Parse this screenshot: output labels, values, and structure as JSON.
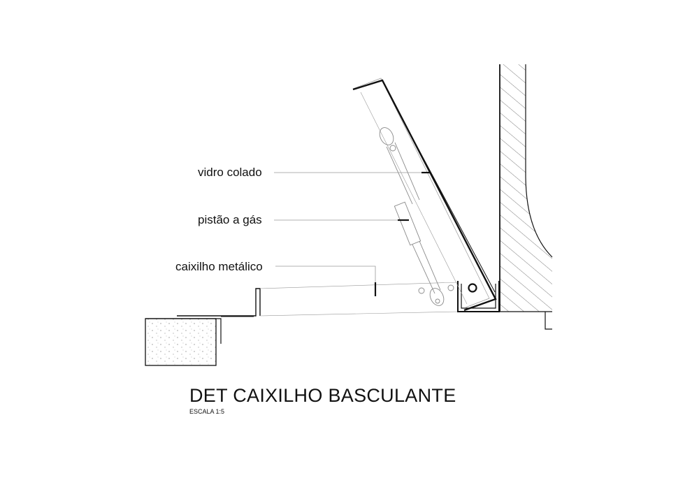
{
  "labels": {
    "vidro": "vidro colado",
    "pistao": "pistão a gás",
    "caixilho": "caixilho metálico"
  },
  "title": "DET CAIXILHO BASCULANTE",
  "scale": "ESCALA 1:5"
}
